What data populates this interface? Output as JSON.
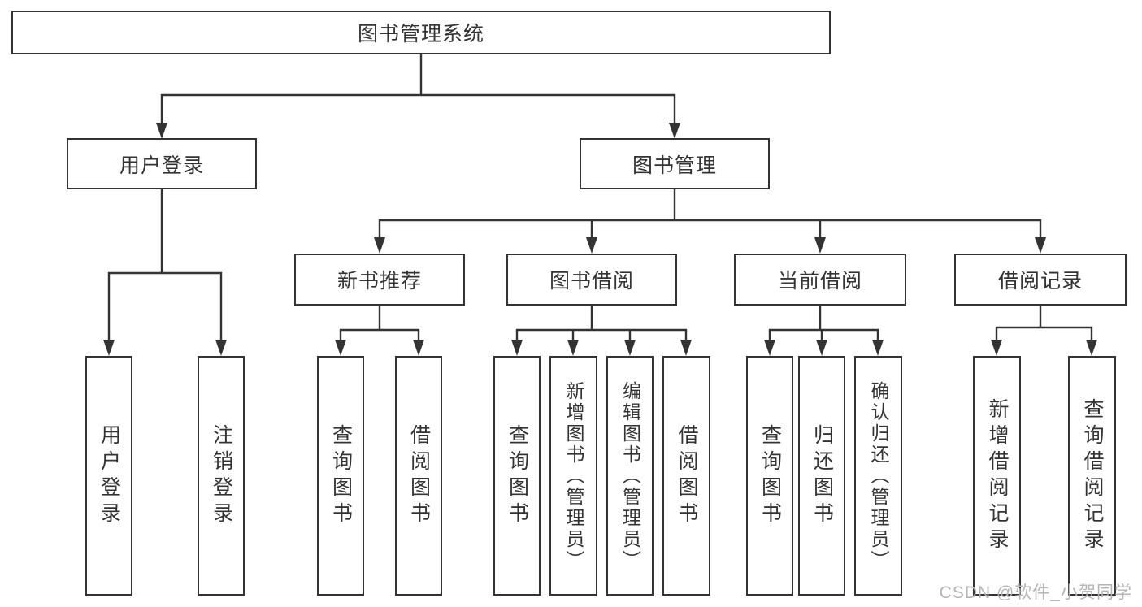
{
  "diagram": {
    "root": {
      "label": "图书管理系统"
    },
    "branches": [
      {
        "label": "用户登录",
        "children": [
          {
            "label": "用户登录"
          },
          {
            "label": "注销登录"
          }
        ]
      },
      {
        "label": "图书管理",
        "children": [
          {
            "label": "新书推荐",
            "children": [
              {
                "label": "查询图书"
              },
              {
                "label": "借阅图书"
              }
            ]
          },
          {
            "label": "图书借阅",
            "children": [
              {
                "label": "查询图书"
              },
              {
                "label": "新增图书（管理员）"
              },
              {
                "label": "编辑图书（管理员）"
              },
              {
                "label": "借阅图书"
              }
            ]
          },
          {
            "label": "当前借阅",
            "children": [
              {
                "label": "查询图书"
              },
              {
                "label": "归还图书"
              },
              {
                "label": "确认归还（管理员）"
              }
            ]
          },
          {
            "label": "借阅记录",
            "children": [
              {
                "label": "新增借阅记录"
              },
              {
                "label": "查询借阅记录"
              }
            ]
          }
        ]
      }
    ],
    "watermark": "CSDN @软件_小贺同学",
    "colors": {
      "line": "#333333",
      "box_border": "#333333",
      "text": "#333333",
      "watermark": "#b5b5b5",
      "background": "#ffffff"
    }
  }
}
